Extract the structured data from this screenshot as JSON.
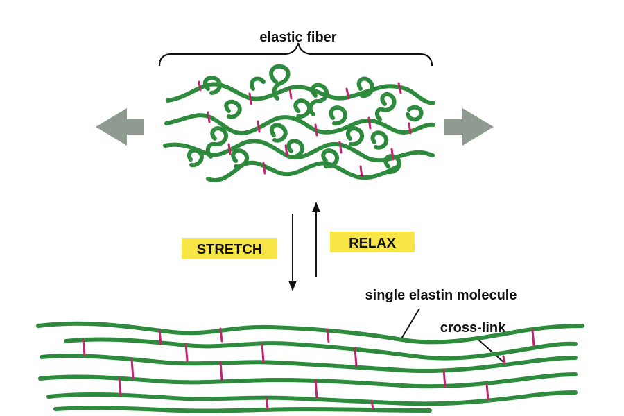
{
  "labels": {
    "elastic_fiber": "elastic fiber",
    "stretch": "STRETCH",
    "relax": "RELAX",
    "single_molecule": "single elastin molecule",
    "cross_link": "cross-link"
  },
  "colors": {
    "fiber_green": "#2e8b3e",
    "cross_link_magenta": "#c0266e",
    "label_highlight": "#f7e646",
    "arrow_gray": "#8f9a90"
  },
  "icons": {
    "left_arrow": "gray-left-arrow-icon",
    "right_arrow": "gray-right-arrow-icon"
  }
}
